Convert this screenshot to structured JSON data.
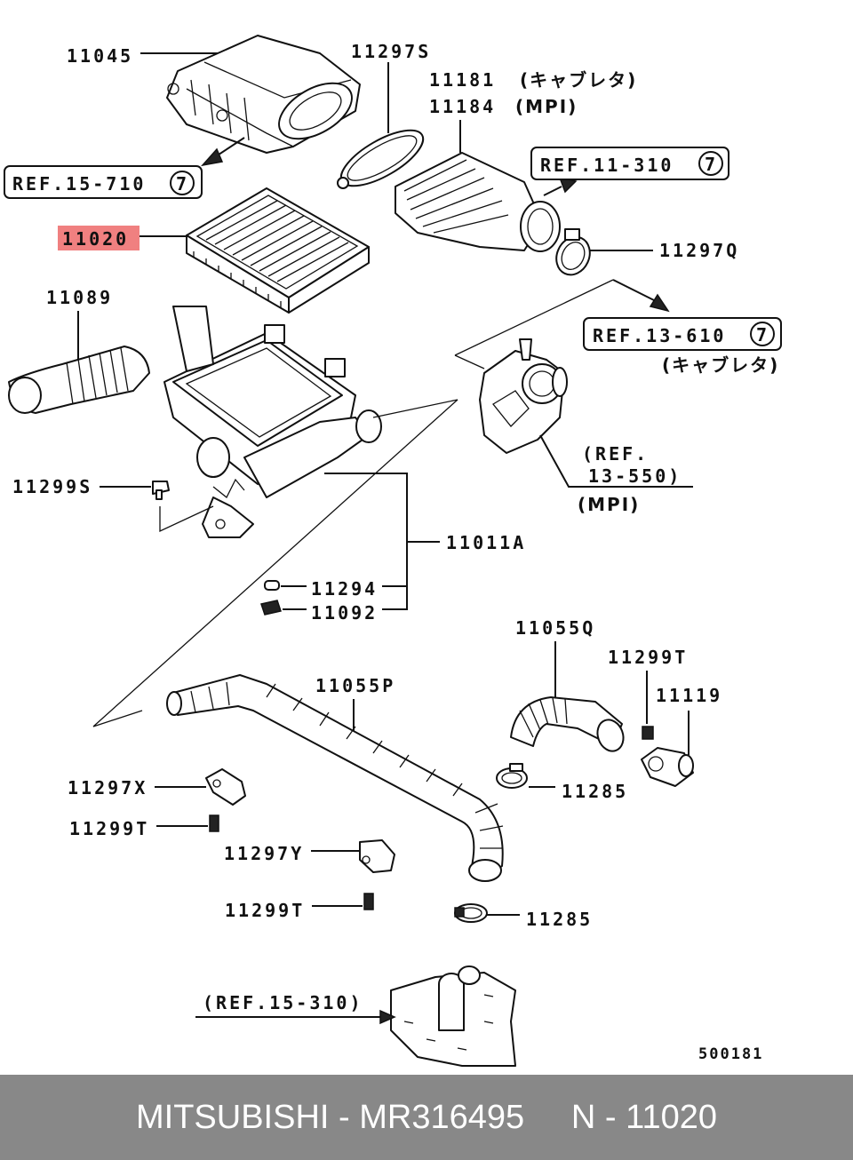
{
  "labels": {
    "p11045": "11045",
    "p11297s": "11297S",
    "p11181": "11181",
    "p11181_note": "(キャブレタ)",
    "p11184": "11184",
    "p11184_note": "(MPI)",
    "ref_15_710": "REF.15-710",
    "ref_15_710_circle": "7",
    "ref_11_310": "REF.11-310",
    "ref_11_310_circle": "7",
    "p11020": "11020",
    "p11297q": "11297Q",
    "p11089": "11089",
    "ref_13_610": "REF.13-610",
    "ref_13_610_circle": "7",
    "ref_13_610_note": "(キャブレタ)",
    "ref_13_550_a": "(REF.",
    "ref_13_550_b": "13-550)",
    "ref_13_550_note": "(MPI)",
    "p11299s": "11299S",
    "p11011a": "11011A",
    "p11294": "11294",
    "p11092": "11092",
    "p11055q": "11055Q",
    "p11299t_a": "11299T",
    "p11119": "11119",
    "p11055p": "11055P",
    "p11297x": "11297X",
    "p11285_a": "11285",
    "p11299t_b": "11299T",
    "p11297y": "11297Y",
    "p11299t_c": "11299T",
    "p11285_b": "11285",
    "ref_15_310": "(REF.15-310)",
    "diagram_no": "500181"
  },
  "highlight": {
    "part": "11020",
    "color": "#f08080"
  },
  "footer": {
    "text": "MITSUBISHI - MR316495     N - 11020"
  }
}
